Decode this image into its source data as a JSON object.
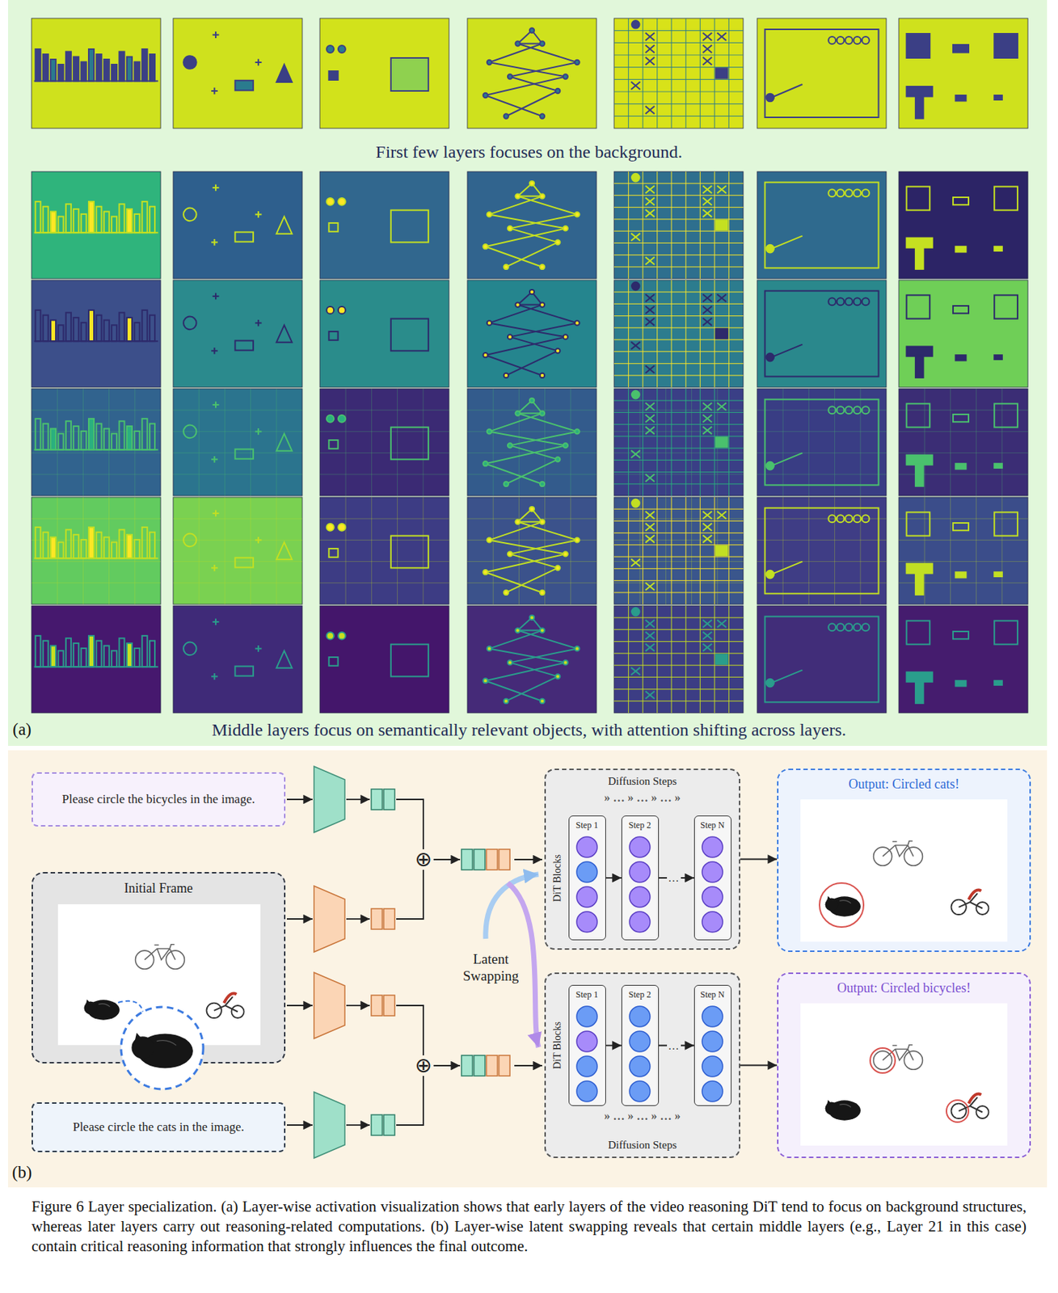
{
  "diagram": {
    "caption": "Figure 6 Layer specialization. (a) Layer-wise activation visualization shows that early layers of the video reasoning DiT tend to focus on background structures, whereas later layers carry out reasoning-related computations. (b) Layer-wise latent swapping reveals that certain middle layers (e.g., Layer 21 in this case) contain critical reasoning information that strongly influences the final outcome.",
    "nodes": [
      {
        "text": [
          "Please circle the bicycles in the image."
        ]
      },
      {
        "text": [
          "Initial Frame"
        ]
      },
      {
        "text": [
          "Please circle the cats in the image."
        ]
      },
      {
        "text": [
          "Diffusion Steps",
          "DiT Blocks"
        ]
      },
      {
        "text": [
          "Step 1"
        ],
        "in": 3
      },
      {
        "text": [
          "Step 2"
        ],
        "in": 3
      },
      {
        "text": [
          "Step N"
        ],
        "in": 3
      },
      {
        "text": [
          "DiT Blocks",
          "Diffusion Steps"
        ]
      },
      {
        "text": [
          "Step 1"
        ],
        "in": 7
      },
      {
        "text": [
          "Step 2"
        ],
        "in": 7
      },
      {
        "text": [
          "Step N"
        ],
        "in": 7
      },
      {
        "text": [
          "Output: Circled cats!"
        ]
      },
      {
        "text": [
          "Output: Circled bicycles!"
        ]
      }
    ],
    "edges": [
      {
        "from": 4,
        "to": 5,
        "arrow": "to"
      },
      {
        "from": 5,
        "to": 6,
        "arrow": "to",
        "label": "…"
      },
      {
        "from": 8,
        "to": 9,
        "arrow": "to"
      },
      {
        "from": 9,
        "to": 10,
        "arrow": "to",
        "label": "…"
      },
      {
        "from": 3,
        "to": 11,
        "arrow": "to"
      },
      {
        "from": 7,
        "to": 12,
        "arrow": "to"
      }
    ],
    "labels": [
      "First few layers focuses on the background.",
      "Middle layers focus on semantically relevant objects, with attention shifting across layers.",
      "(a)",
      "⊕",
      "⊕",
      "Latent Swapping",
      "» … » … » … »",
      "» … » … » … »",
      "(b)"
    ]
  }
}
